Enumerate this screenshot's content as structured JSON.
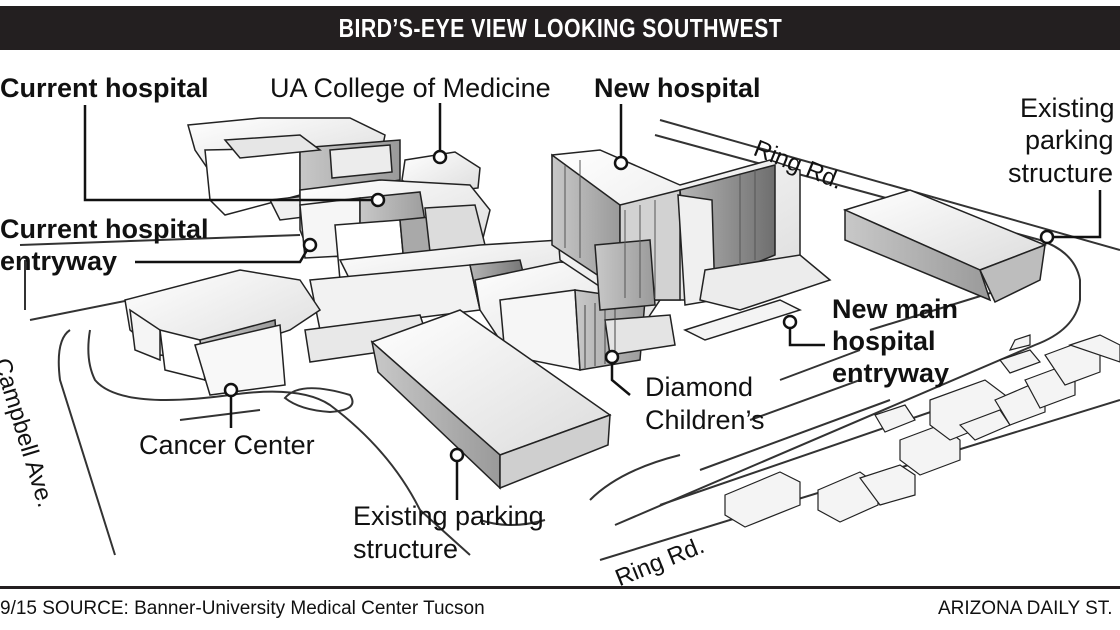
{
  "banner": {
    "title": "BIRD’S-EYE  VIEW LOOKING SOUTHWEST"
  },
  "labels": {
    "current_hospital": "Current  hospital",
    "ua_college": "UA College of Medicine",
    "new_hospital": "New hospital",
    "existing_parking_right_1": "Existing",
    "existing_parking_right_2": "parking",
    "existing_parking_right_3": "structure",
    "current_entry_1": "Current hospital",
    "current_entry_2": "entryway",
    "new_main_entry_1": "New main",
    "new_main_entry_2": "hospital",
    "new_main_entry_3": "entryway",
    "diamond_1": "Diamond",
    "diamond_2": "Children’s",
    "cancer_center": "Cancer Center",
    "existing_parking_bottom_1": "Existing parking",
    "existing_parking_bottom_2": "structure"
  },
  "roads": {
    "ring_top": "Ring Rd.",
    "ring_bottom": "Ring Rd.",
    "campbell": "Campbell Ave."
  },
  "footer": {
    "left": "9/15  SOURCE: Banner-University Medical Center Tucson",
    "right": "ARIZONA DAILY ST."
  },
  "colors": {
    "banner_bg": "#231f20",
    "text": "#111111",
    "building_light": "#f4f4f4",
    "building_dark": "#8a8a8a"
  }
}
